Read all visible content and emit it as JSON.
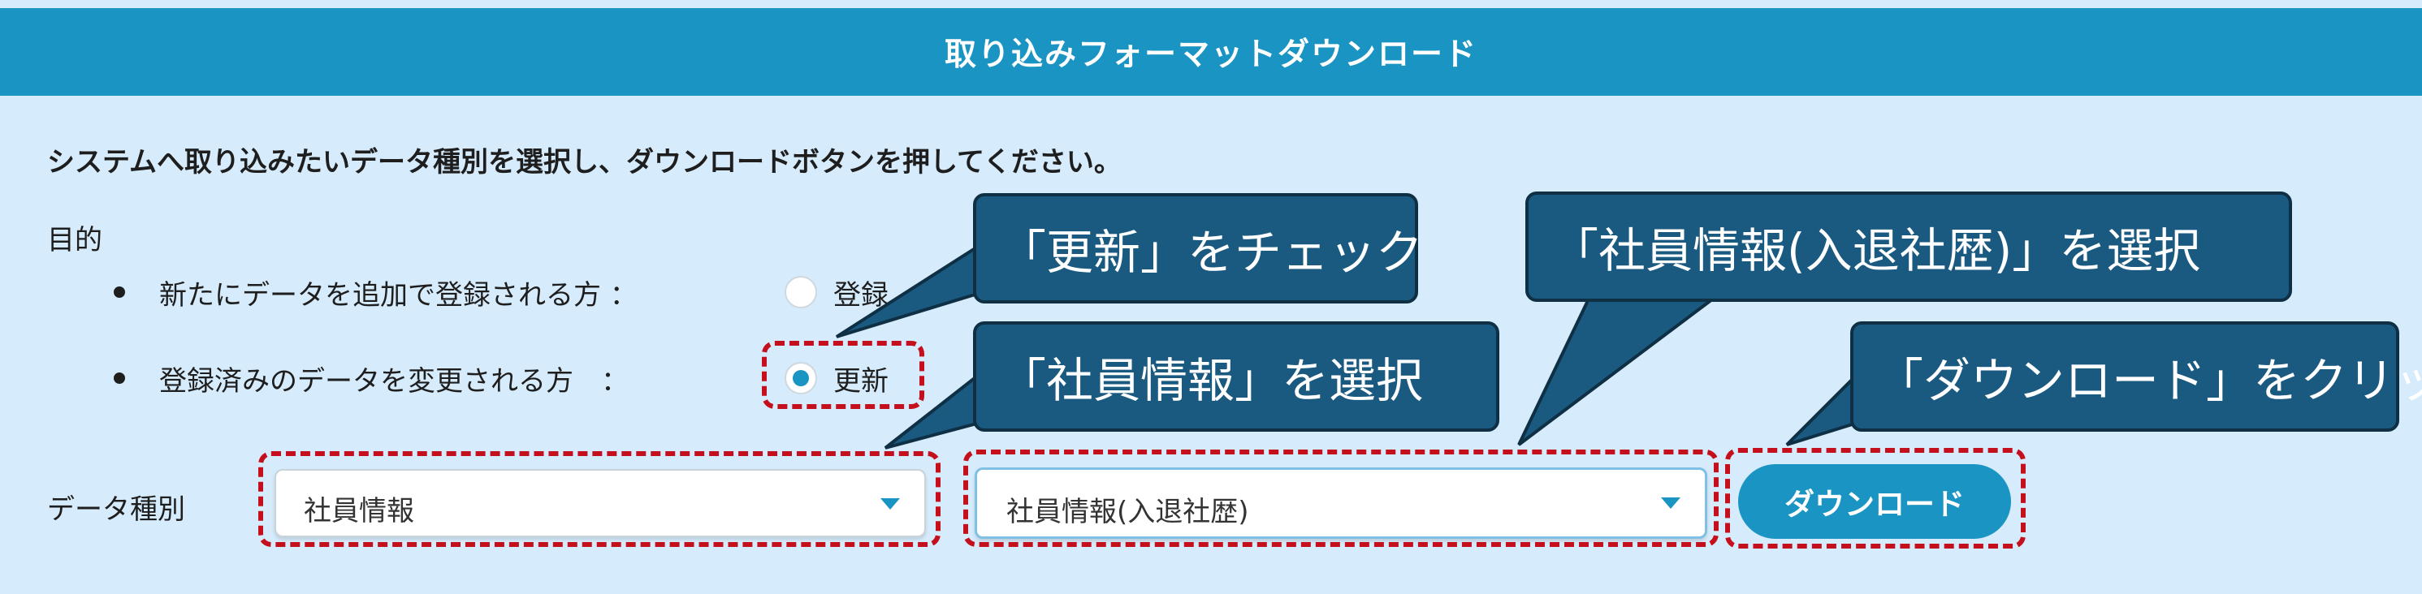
{
  "header": {
    "title": "取り込みフォーマットダウンロード"
  },
  "instruction": "システムへ取り込みたいデータ種別を選択し、ダウンロードボタンを押してください。",
  "purpose": {
    "label": "目的",
    "options": [
      {
        "description": "新たにデータを追加で登録される方 ：",
        "radio_label": "登録",
        "checked": false
      },
      {
        "description": "登録済みのデータを変更される方　：",
        "radio_label": "更新",
        "checked": true
      }
    ]
  },
  "data_type": {
    "label": "データ種別",
    "select1_value": "社員情報",
    "select2_value": "社員情報(入退社歴)"
  },
  "download_button": {
    "label": "ダウンロード"
  },
  "callouts": {
    "update": "「更新」をチェック",
    "employee": "「社員情報」を選択",
    "history": "「社員情報(入退社歴)」を選択",
    "download": "「ダウンロード」をクリック"
  },
  "colors": {
    "accent": "#1a94c2",
    "panel_bg": "#d6ebfb",
    "callout_bg": "#1b5a80",
    "highlight": "#c4101c"
  }
}
